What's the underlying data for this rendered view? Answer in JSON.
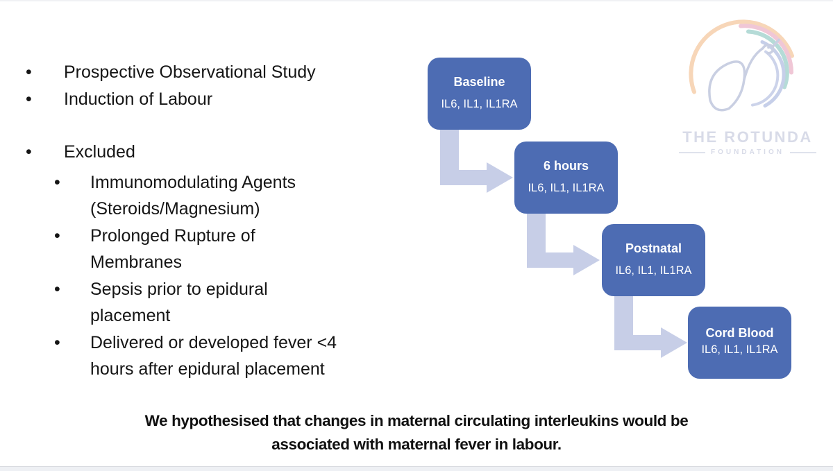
{
  "bullets": {
    "items": [
      "Prospective Observational Study",
      "Induction of Labour"
    ],
    "excluded": "Excluded",
    "sub": [
      "Immunomodulating Agents\n(Steroids/Magnesium)",
      "Prolonged Rupture of\nMembranes",
      "Sepsis prior to epidural\nplacement",
      "Delivered or developed fever <4\nhours after epidural placement"
    ]
  },
  "flow": {
    "box_color": "#4d6cb3",
    "arrow_color": "#c7cee7",
    "text_color": "#ffffff",
    "steps": [
      {
        "title": "Baseline",
        "sub": "IL6, IL1, IL1RA"
      },
      {
        "title": "6 hours",
        "sub": "IL6, IL1, IL1RA"
      },
      {
        "title": "Postnatal",
        "sub": "IL6, IL1, IL1RA"
      },
      {
        "title": "Cord Blood",
        "sub": "IL6, IL1, IL1RA"
      }
    ]
  },
  "logo": {
    "title": "THE ROTUNDA",
    "subtitle": "FOUNDATION",
    "ink_color": "#d8dbe8",
    "arc_colors": {
      "orange": "#f7d6b8",
      "pink": "#f0c7d6",
      "teal": "#b5dbd7",
      "periwinkle": "#c6cfe9",
      "periwinkle2": "#ccd3ea"
    },
    "stork_color": "#c9cfe2"
  },
  "hypothesis": {
    "text": "We hypothesised that changes in maternal circulating interleukins would be\nassociated with maternal fever in labour."
  }
}
